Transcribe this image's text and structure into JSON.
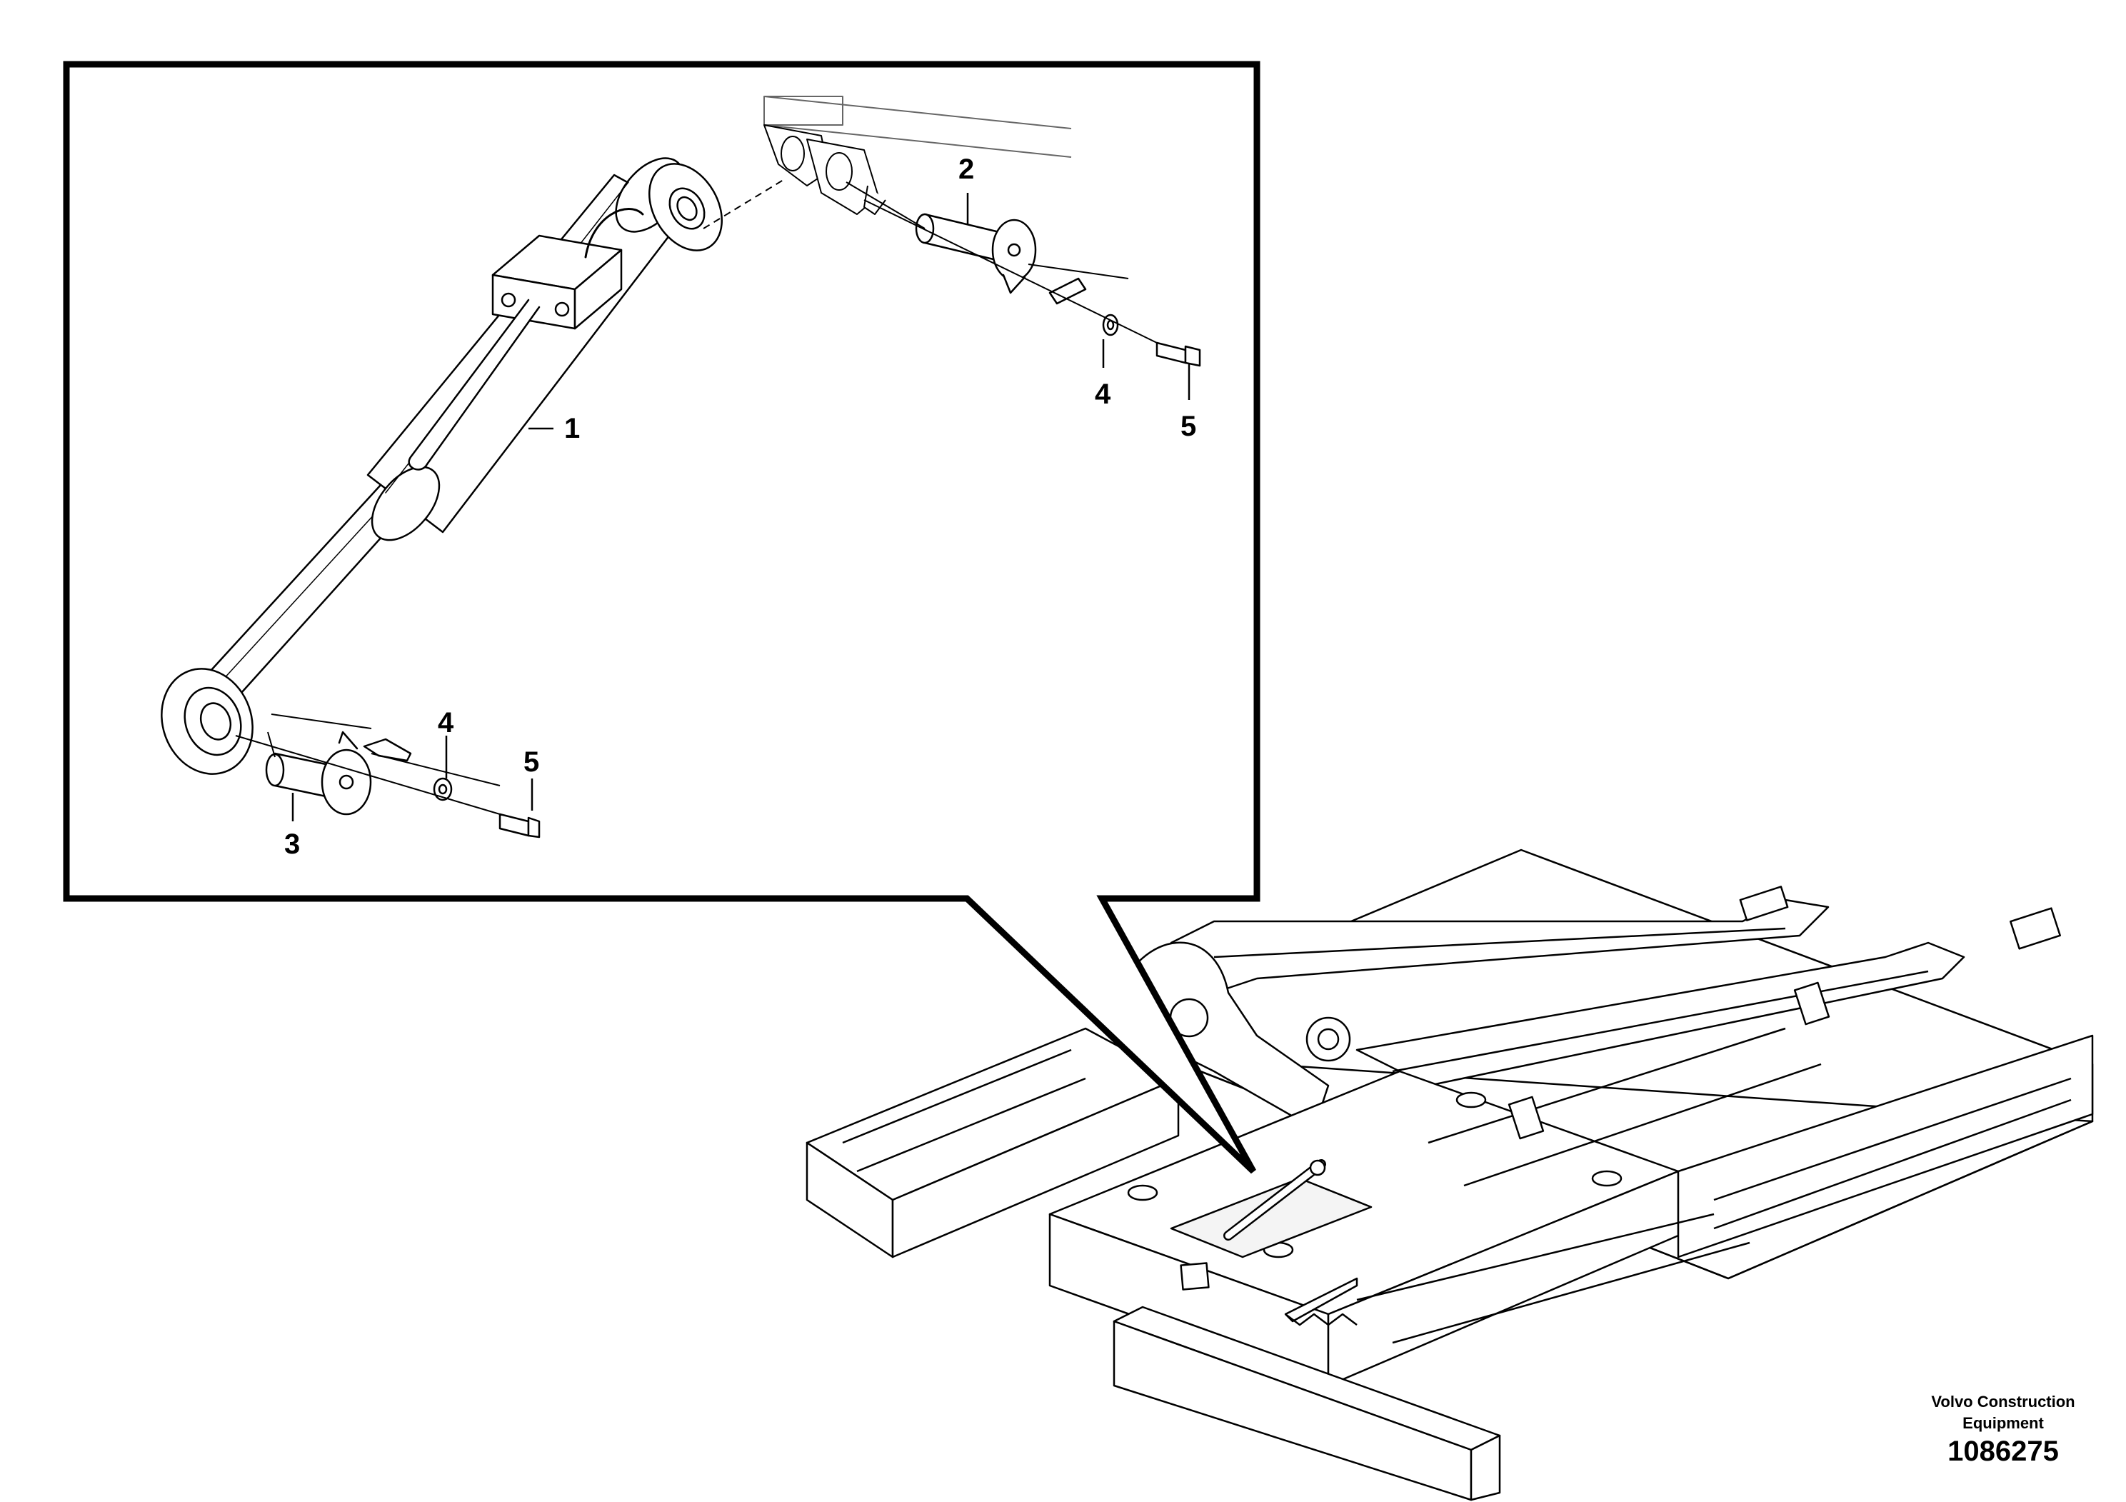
{
  "callouts": {
    "c1": "1",
    "c2": "2",
    "c3": "3",
    "c4a": "4",
    "c4b": "4",
    "c5a": "5",
    "c5b": "5"
  },
  "footer": {
    "brand_line1": "Volvo Construction",
    "brand_line2": "Equipment",
    "drawing_number": "1086275"
  }
}
